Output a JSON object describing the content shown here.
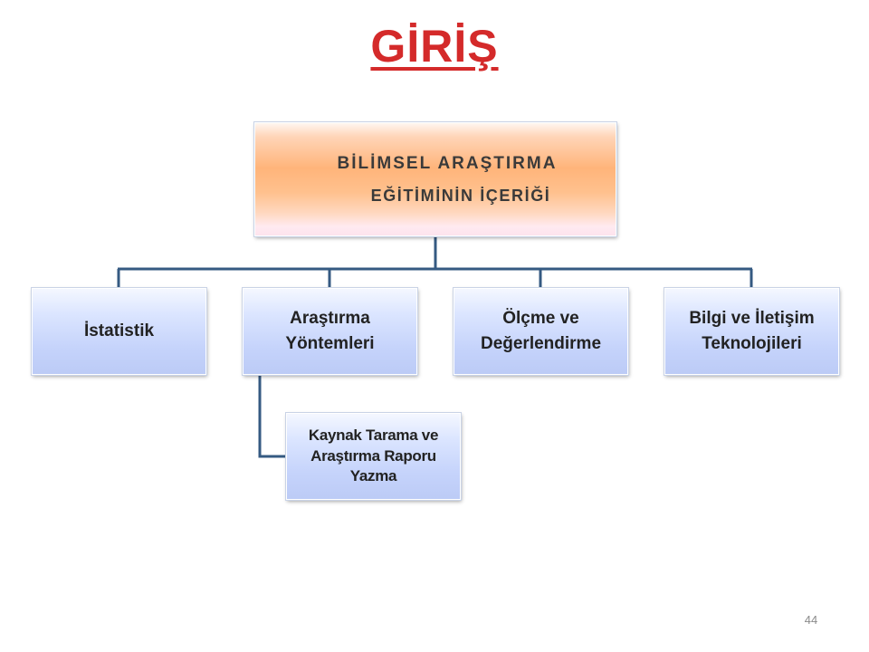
{
  "title": "GİRİŞ",
  "diagram": {
    "root": {
      "line1": "BİLİMSEL ARAŞTIRMA",
      "line2": "EĞİTİMİNİN İÇERİĞİ"
    },
    "children": [
      {
        "label": "İstatistik"
      },
      {
        "label": "Araştırma Yöntemleri"
      },
      {
        "label": "Ölçme ve Değerlendirme"
      },
      {
        "label": "Bilgi ve İletişim Teknolojileri"
      }
    ],
    "subchild": {
      "label": "Kaynak Tarama ve Araştırma Raporu Yazma"
    }
  },
  "colors": {
    "title": "#d42a2a",
    "connector": "#355a82"
  },
  "page_number": "44"
}
